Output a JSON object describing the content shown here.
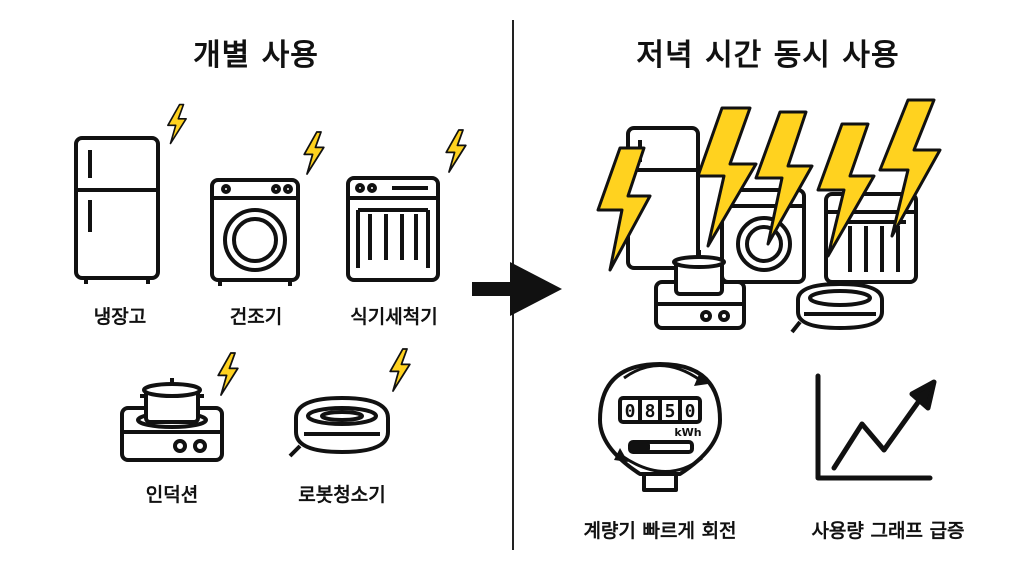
{
  "left": {
    "title": "개별 사용",
    "appliances": [
      {
        "label": "냉장고",
        "icon": "refrigerator-icon"
      },
      {
        "label": "건조기",
        "icon": "dryer-icon"
      },
      {
        "label": "식기세척기",
        "icon": "dishwasher-icon"
      },
      {
        "label": "인덕션",
        "icon": "induction-icon"
      },
      {
        "label": "로봇청소기",
        "icon": "robot-vacuum-icon"
      }
    ]
  },
  "right": {
    "title": "저녁 시간 동시 사용",
    "meter": {
      "label": "계량기 빠르게 회전",
      "reading": "0850",
      "unit": "kWh"
    },
    "graph": {
      "label": "사용량 그래프 급증"
    }
  },
  "colors": {
    "bolt": "#FFD21F",
    "stroke": "#111111"
  }
}
